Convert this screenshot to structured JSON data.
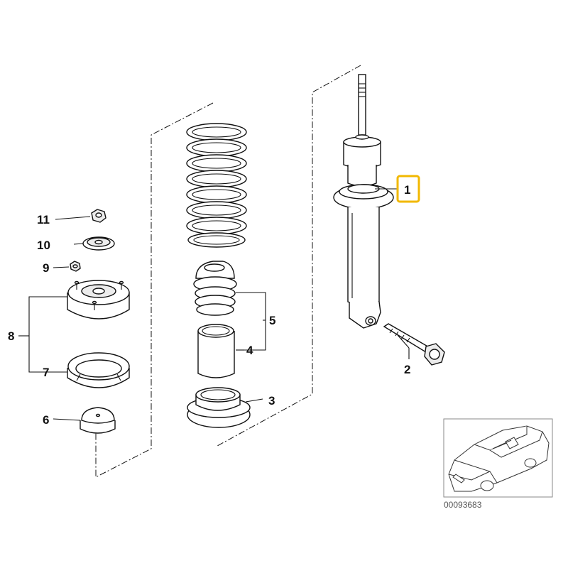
{
  "callouts": {
    "p1": "1",
    "p2": "2",
    "p3": "3",
    "p4": "4",
    "p5": "5",
    "p6": "6",
    "p7": "7",
    "p8": "8",
    "p9": "9",
    "p10": "10",
    "p11": "11"
  },
  "highlight": {
    "part": "1",
    "color": "#f2b800"
  },
  "reference_number": "00093683"
}
